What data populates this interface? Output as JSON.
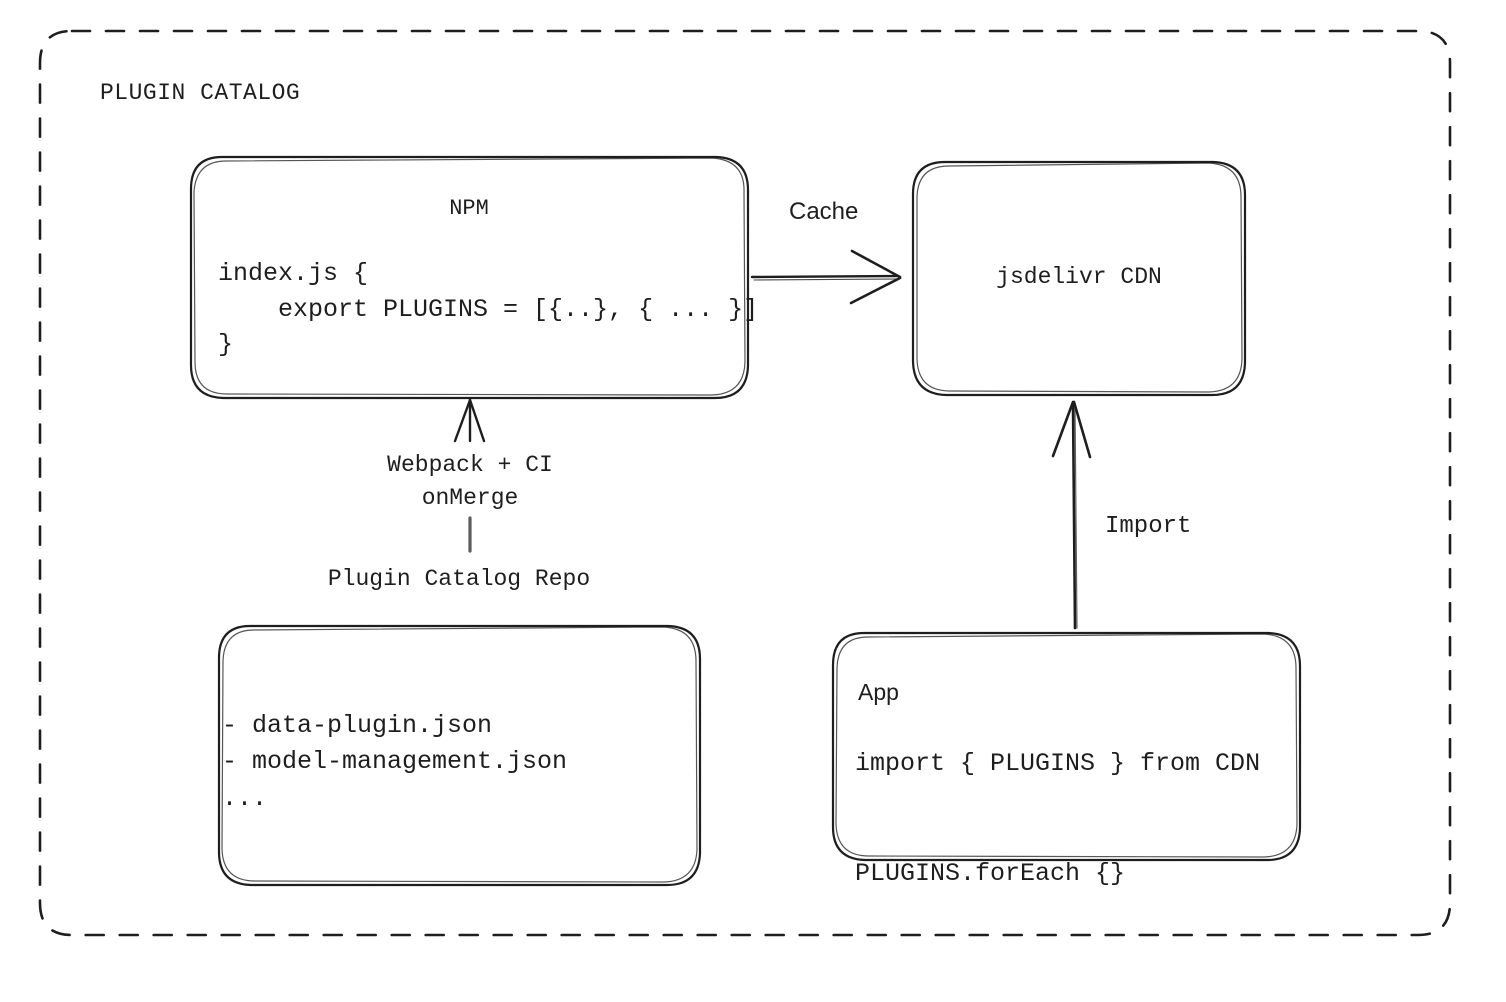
{
  "container": {
    "title": "PLUGIN CATALOG",
    "border_style": "dashed",
    "stroke_color": "#1e1e1e"
  },
  "theme": {
    "background": "#ffffff",
    "stroke": "#1e1e1e",
    "text": "#1e1e1e",
    "box_fill": "#ffffff"
  },
  "nodes": {
    "npm": {
      "title": "NPM",
      "code": "index.js {\n    export PLUGINS = [{..}, { ... }]\n}"
    },
    "cdn": {
      "title": "jsdelivr CDN"
    },
    "repo": {
      "caption": "Plugin Catalog Repo",
      "items": "- data-plugin.json\n- model-management.json\n..."
    },
    "app": {
      "title": "App",
      "code": "import { PLUGINS } from CDN\n\nPLUGINS.forEach {}"
    }
  },
  "edges": {
    "cache": {
      "label": "Cache",
      "from": "npm",
      "to": "cdn",
      "direction": "right"
    },
    "build": {
      "label": "Webpack + CI\nonMerge",
      "from": "repo",
      "to": "npm",
      "direction": "up"
    },
    "import": {
      "label": "Import",
      "from": "app",
      "to": "cdn",
      "direction": "up"
    }
  }
}
